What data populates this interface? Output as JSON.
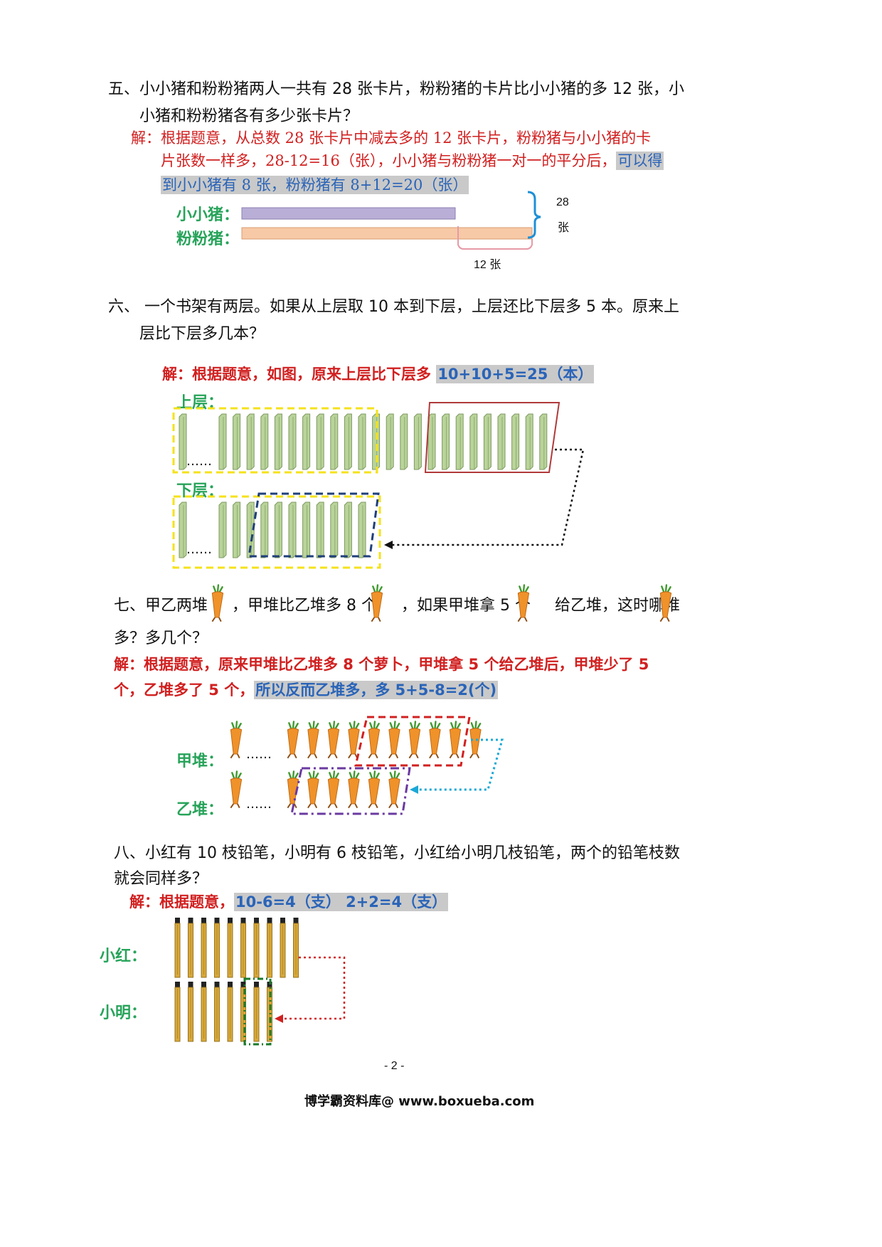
{
  "q5": {
    "line1": "五、小小猪和粉粉猪两人一共有 28 张卡片，粉粉猪的卡片比小小猪的多 12 张，小",
    "line2": "小猪和粉粉猪各有多少张卡片？",
    "sol1": "解：根据题意，从总数 28 张卡片中减去多的 12 张卡片，粉粉猪与小小猪的卡",
    "sol2a": "片张数一样多，28-12=16（张），小小猪与粉粉猪一对一的平分后，",
    "sol2b": "可以得",
    "sol3": "到小小猪有 8 张，粉粉猪有 8+12=20（张）",
    "label_a": "小小猪：",
    "label_b": "粉粉猪：",
    "total_num": "28",
    "total_unit": "张",
    "diff": "12 张"
  },
  "q6": {
    "line1": "六、 一个书架有两层。如果从上层取 10 本到下层，上层还比下层多 5 本。原来上",
    "line2": "层比下层多几本？",
    "sol_lead": "解：根据题意，如图，原来上层比下层多 ",
    "sol_ans": "10+10+5=25（本）",
    "label_up": "上层：",
    "label_down": "下层：",
    "dots": "……"
  },
  "q7": {
    "p1": "七、甲乙两堆",
    "p2": "，甲堆比乙堆多 8 个",
    "p3": "，如果甲堆拿 5 个",
    "p4": "给乙堆，这时哪堆",
    "line2": "多？多几个？",
    "sol1": "解：根据题意，原来甲堆比乙堆多 8 个萝卜，甲堆拿 5 个给乙堆后，甲堆少了 5",
    "sol2a": "个，乙堆多了 5 个，",
    "sol2b": "所以反而乙堆多，多 5+5-8=2(个)",
    "label_a": "甲堆：",
    "label_b": "乙堆：",
    "dots": "……"
  },
  "q8": {
    "line1": "八、小红有 10 枝铅笔，小明有 6 枝铅笔，小红给小明几枝铅笔，两个的铅笔枝数",
    "line2": "就会同样多？",
    "sol_lead": "解：根据题意，",
    "sol_ans": "10-6=4（支） 2+2=4（支）",
    "label_a": "小红：",
    "label_b": "小明："
  },
  "footer": {
    "page": "- 2 -",
    "site": "博学霸资料库@ www.boxueba.com"
  },
  "colors": {
    "solution_red": "#d12020",
    "highlight_blue": "#2a64b8",
    "label_green": "#27a35a",
    "bar_purple": "#b9aed6",
    "bar_peach": "#f7c9a6",
    "book_green": "#b9d39a",
    "yellow_dash": "#f5e21a",
    "navy_dash": "#1f3f7a",
    "carrot_orange": "#f0922a",
    "pencil_yellow": "#d7a93a"
  }
}
